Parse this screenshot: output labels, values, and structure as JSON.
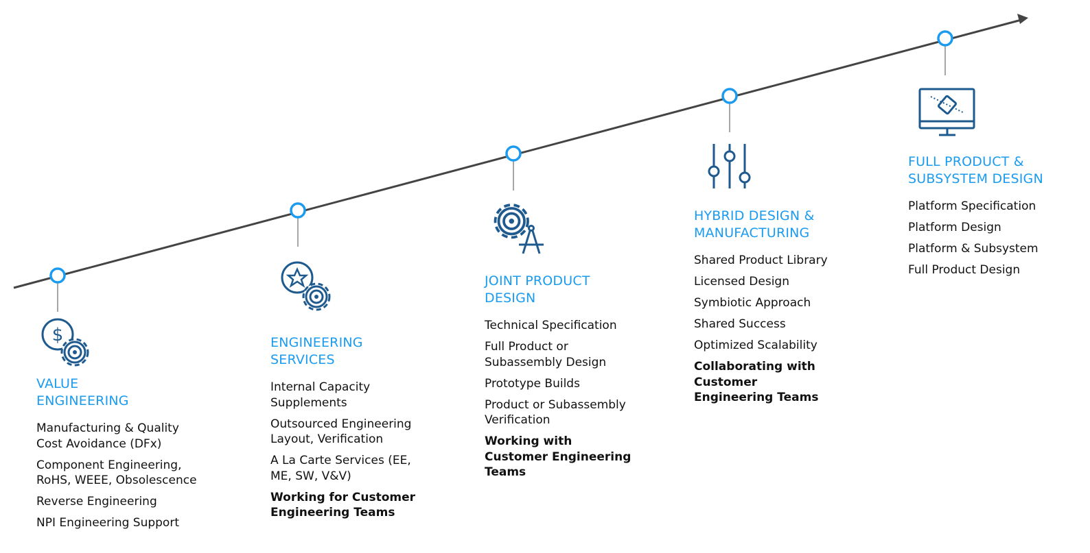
{
  "colors": {
    "accent": "#1a9bf0",
    "icon": "#1f5a8f",
    "line": "#444444",
    "stem": "#888888"
  },
  "stages": [
    {
      "title_line1": "VALUE",
      "title_line2": "ENGINEERING",
      "icon": "dollar-gear-icon",
      "items": [
        "Manufacturing & Quality Cost Avoidance (DFx)",
        "Component Engineering, RoHS, WEEE, Obsolescence",
        "Reverse Engineering",
        "NPI Engineering Support"
      ],
      "bold_item": ""
    },
    {
      "title_line1": "ENGINEERING",
      "title_line2": "SERVICES",
      "icon": "star-gear-icon",
      "items": [
        "Internal Capacity Supplements",
        "Outsourced Engineering Layout, Verification",
        "A La Carte Services (EE, ME, SW, V&V)"
      ],
      "bold_item": "Working for Customer Engineering Teams"
    },
    {
      "title_line1": "JOINT PRODUCT",
      "title_line2": "DESIGN",
      "icon": "gear-compass-icon",
      "items": [
        "Technical Specification",
        "Full Product or Subassembly Design",
        "Prototype Builds",
        "Product or Subassembly Verification"
      ],
      "bold_item": "Working with Customer Engineering Teams"
    },
    {
      "title_line1": "HYBRID DESIGN &",
      "title_line2": "MANUFACTURING",
      "icon": "sliders-icon",
      "items": [
        "Shared Product Library",
        "Licensed Design",
        "Symbiotic Approach",
        "Shared Success",
        "Optimized Scalability"
      ],
      "bold_item": "Collaborating with Customer Engineering Teams"
    },
    {
      "title_line1": "FULL PRODUCT &",
      "title_line2": "SUBSYSTEM DESIGN",
      "icon": "monitor-design-icon",
      "items": [
        "Platform Specification",
        "Platform Design",
        "Platform & Subsystem",
        "Full Product Design"
      ],
      "bold_item": ""
    }
  ]
}
